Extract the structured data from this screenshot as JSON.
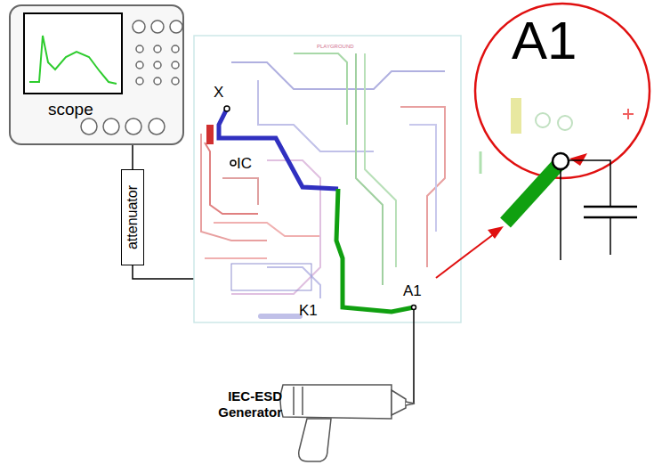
{
  "diagram": {
    "nodes": [
      {
        "text": [
          "scope"
        ]
      },
      {
        "text": [
          "attenuator"
        ]
      }
    ],
    "edges": [
      {
        "from": 0,
        "to": 1,
        "arrow": "none"
      }
    ],
    "labels": [
      "PLAYGROUND",
      "X",
      "IC",
      "K1",
      "A1",
      "A1",
      "IEC-ESD Generator"
    ]
  }
}
